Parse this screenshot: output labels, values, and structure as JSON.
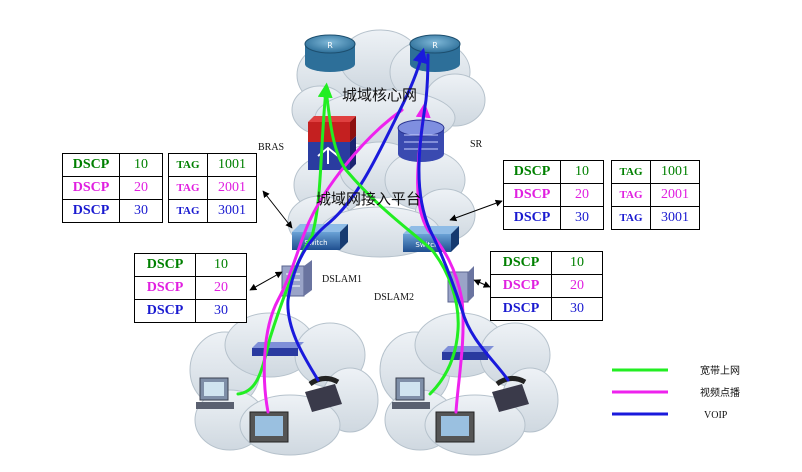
{
  "labels": {
    "core_network": "城域核心网",
    "access_platform": "城域网接入平台",
    "bras": "BRAS",
    "sr": "SR",
    "dslam1": "DSLAM1",
    "dslam2": "DSLAM2",
    "router_mark": "R",
    "switch_mark": "Switch"
  },
  "colors": {
    "broadband": "#22ee22",
    "video": "#ee22ee",
    "voip": "#1a1adc",
    "dscp_green": "#008000",
    "dscp_magenta": "#e020e0",
    "dscp_blue": "#1a1ad0"
  },
  "tables": {
    "left_dscp": [
      {
        "k": "DSCP",
        "v": "10"
      },
      {
        "k": "DSCP",
        "v": "20"
      },
      {
        "k": "DSCP",
        "v": "30"
      }
    ],
    "left_tag": [
      {
        "k": "TAG",
        "v": "1001"
      },
      {
        "k": "TAG",
        "v": "2001"
      },
      {
        "k": "TAG",
        "v": "3001"
      }
    ],
    "right_dscp": [
      {
        "k": "DSCP",
        "v": "10"
      },
      {
        "k": "DSCP",
        "v": "20"
      },
      {
        "k": "DSCP",
        "v": "30"
      }
    ],
    "right_tag": [
      {
        "k": "TAG",
        "v": "1001"
      },
      {
        "k": "TAG",
        "v": "2001"
      },
      {
        "k": "TAG",
        "v": "3001"
      }
    ],
    "dslam1_dscp": [
      {
        "k": "DSCP",
        "v": "10"
      },
      {
        "k": "DSCP",
        "v": "20"
      },
      {
        "k": "DSCP",
        "v": "30"
      }
    ],
    "dslam2_dscp": [
      {
        "k": "DSCP",
        "v": "10"
      },
      {
        "k": "DSCP",
        "v": "20"
      },
      {
        "k": "DSCP",
        "v": "30"
      }
    ]
  },
  "legend": [
    {
      "label": "宽带上网",
      "color": "#22ee22"
    },
    {
      "label": "视频点播",
      "color": "#ee22ee"
    },
    {
      "label": "VOIP",
      "color": "#1a1adc"
    }
  ]
}
